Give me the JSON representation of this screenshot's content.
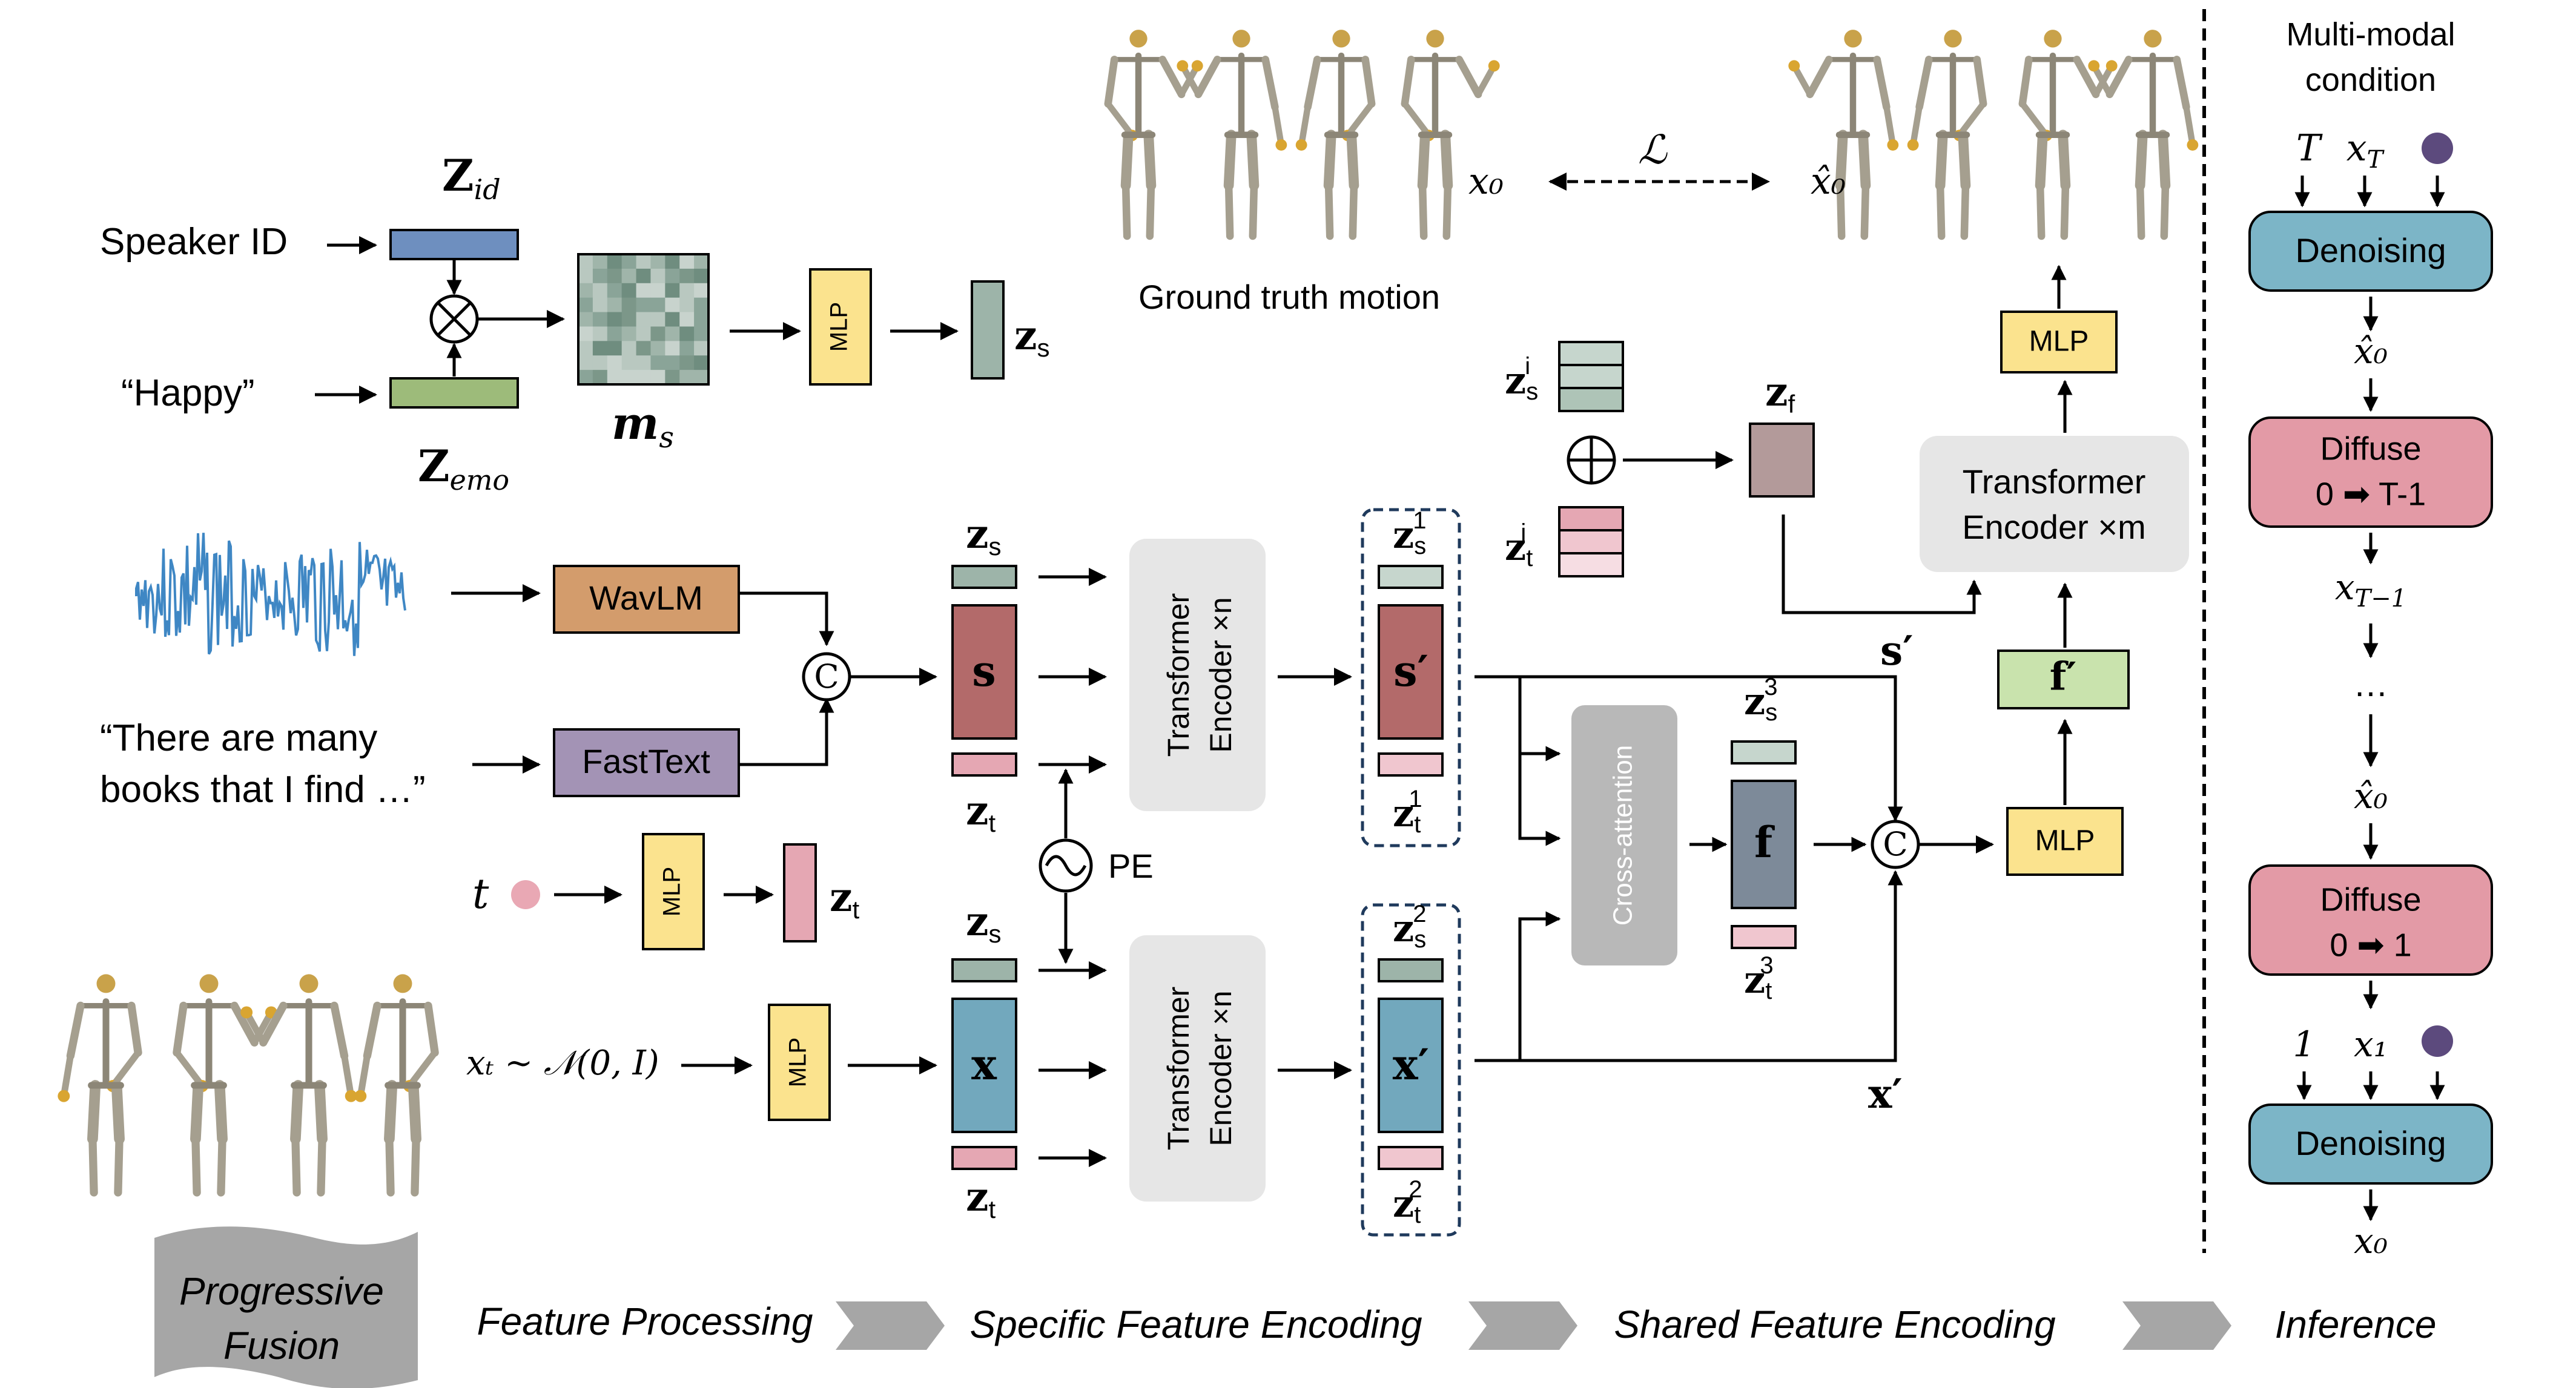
{
  "inputs": {
    "speaker_id": "Speaker ID",
    "emotion_quote": "“Happy”",
    "text_line1": "“There are many",
    "text_line2": "books that I find …”"
  },
  "symbols": {
    "z_id": "Z",
    "z_id_sub": "id",
    "z_emo": "Z",
    "z_emo_sub": "emo",
    "m_s": "m",
    "m_s_sub": "s",
    "z": "z",
    "sub_s": "s",
    "sub_t": "t",
    "sup_1": "1",
    "sup_2": "2",
    "sup_3": "3",
    "sup_i": "i",
    "z_f": "z",
    "z_f_sub": "f",
    "s": "s",
    "s_prime": "s′",
    "x": "x",
    "x_prime": "x′",
    "f": "f",
    "f_prime": "f′",
    "t_var": "t",
    "pe": "PE",
    "concat": "C",
    "x0": "x₀",
    "x0_hat": "x̂₀",
    "loss": "ℒ",
    "noise_input": "xₜ ~ 𝒩(0, I)"
  },
  "blocks": {
    "mlp": "MLP",
    "wavlm": "WavLM",
    "fasttext": "FastText",
    "transformer_line1": "Transformer",
    "transformer_line2": "Encoder ×n",
    "shared_transformer_line1": "Transformer",
    "shared_transformer_line2": "Encoder ×m",
    "cross_attention": "Cross-attention"
  },
  "captions": {
    "ground_truth": "Ground truth motion"
  },
  "inference": {
    "title_line1": "Multi-modal",
    "title_line2": "condition",
    "t_cap": "T",
    "x_T": "x",
    "x_T_sub": "T",
    "denoising": "Denoising",
    "x0_hat": "x̂₀",
    "diffuse": "Diffuse",
    "diffuse1_range": "0 ➡ T-1",
    "x_Tm1": "x",
    "x_Tm1_sub": "T−1",
    "dots": "…",
    "diffuse2_range": "0 ➡ 1",
    "one": "1",
    "x_1": "x₁",
    "x_0": "x₀"
  },
  "stages": {
    "progressive_line1": "Progressive",
    "progressive_line2": "Fusion",
    "s1": "Feature Processing",
    "s2": "Specific Feature Encoding",
    "s3": "Shared Feature Encoding",
    "s4": "Inference"
  },
  "colors": {
    "blue_block": "#6e8fbf",
    "green_block": "#9dbb7a",
    "mlp_yellow": "#fbe38e",
    "wavlm_orange": "#d39c6c",
    "fasttext_purple": "#a393b5",
    "s_red": "#b36a6a",
    "x_teal": "#72a8bd",
    "zs_green": "#9db4a9",
    "zt_pink": "#e5a7b3",
    "grey_box": "#e6e6e6",
    "denoise_teal": "#7cb5c7",
    "diffuse_pink": "#e39aa6",
    "zf_mauve": "#b39a9a",
    "fprime_green": "#c9e3ad",
    "audio_blue": "#3f87c4"
  }
}
